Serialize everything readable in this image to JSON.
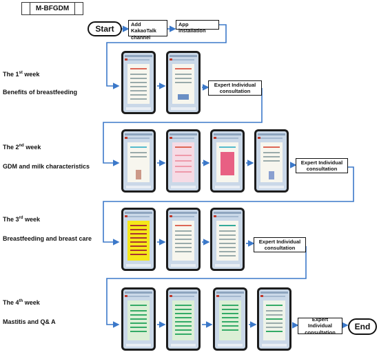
{
  "title": "M-BFGDM",
  "start": "Start",
  "end": "End",
  "steps": {
    "add_channel": "Add KakaoTalk channel",
    "app_install": "App installation"
  },
  "expert": "Expert Individual consultation",
  "weeks": [
    {
      "prefix": "The 1",
      "sup": "st",
      "suffix": " week",
      "topic": "Benefits of breastfeeding",
      "phones": 2
    },
    {
      "prefix": "The 2",
      "sup": "nd",
      "suffix": " week",
      "topic": "GDM and milk characteristics",
      "phones": 4
    },
    {
      "prefix": "The 3",
      "sup": "rd",
      "suffix": " week",
      "topic": "Breastfeeding and breast care",
      "phones": 3
    },
    {
      "prefix": "The 4",
      "sup": "th",
      "suffix": " week",
      "topic": "Mastitis and Q& A",
      "phones": 4
    }
  ],
  "colors": {
    "arrow": "#3b78c9",
    "phone_frame": "#1c1c1c",
    "screen": "#cad8e8",
    "yellow_card": "#f5e71a",
    "pink_card": "#e86083"
  }
}
